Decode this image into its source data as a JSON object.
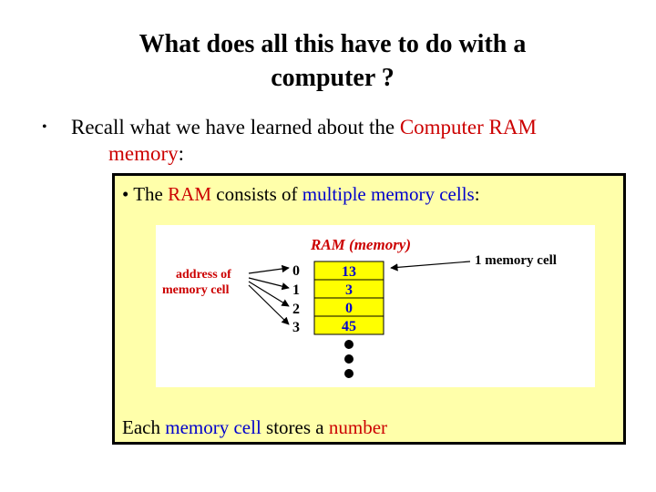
{
  "slide": {
    "title_line1": "What does all this have to do with a",
    "title_line2": "computer ?",
    "bullet": {
      "marker": "•",
      "text_a": "Recall what we have learned about the ",
      "text_b": "Computer RAM",
      "text_c": "memory",
      "text_d": ":"
    }
  },
  "box": {
    "bullet_marker": "•",
    "bullet_a": "The ",
    "bullet_b": "RAM",
    "bullet_c": " consists of ",
    "bullet_d": "multiple memory cells",
    "bullet_e": ":",
    "footer_a": "Each ",
    "footer_b": "memory cell",
    "footer_c": " stores a ",
    "footer_d": "number"
  },
  "diagram": {
    "title": "RAM (memory)",
    "address_label_line1": "address of",
    "address_label_line2": "memory cell",
    "cell_label": "1 memory cell",
    "addresses": [
      "0",
      "1",
      "2",
      "3"
    ],
    "values": [
      "13",
      "3",
      "0",
      "45"
    ],
    "colors": {
      "cell_fill": "#ffff00",
      "label_red": "#cc0000",
      "value_blue": "#0000cc"
    }
  }
}
